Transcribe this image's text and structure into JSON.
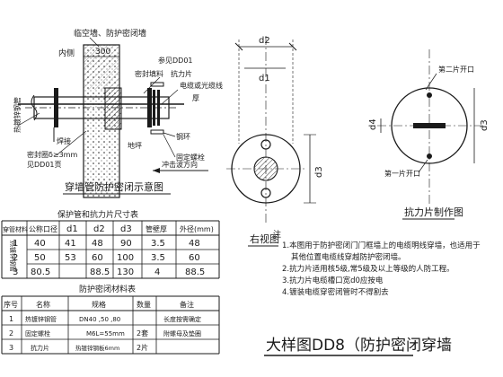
{
  "left_view": {
    "wall_label": "临空墙、防护密闭墙",
    "inside_label": "内侧",
    "dim_300": "300",
    "dd01_label": "参见DD01",
    "sealant_label": "密封填料",
    "plate_label": "抗力片",
    "cable_label": "电缆或光缆线",
    "thickness_label": "厚",
    "steel_tube_label": "热镀锌钢管",
    "seal_ring_label": "密封圈δ≥3mm",
    "dd01_ref": "见DD01页",
    "weld_label": "焊接",
    "ring_label": "钢环",
    "fix_bolt_label": "固定螺栓",
    "shock_label": "冲击波方向",
    "ground_label": "地坪",
    "caption": "穿墙管防护密闭示意图"
  },
  "right_view": {
    "d2": "d2",
    "d1": "d1",
    "d3": "d3",
    "caption": "右视图"
  },
  "plate_view": {
    "first_opening": "第一片开口",
    "second_opening": "第二片开口",
    "d3": "d3",
    "d4": "d4",
    "caption": "抗力片制作图"
  },
  "dim_table": {
    "title": "保护管和抗力片尺寸表",
    "headers": [
      "穿管材料",
      "公称口径",
      "d1",
      "d2",
      "d3",
      "管壁厚",
      "外径(mm)"
    ],
    "group_label": "热镀锌钢管",
    "rows": [
      [
        "1",
        "40",
        "41",
        "48",
        "90",
        "3.5",
        "48"
      ],
      [
        "2",
        "50",
        "53",
        "60",
        "100",
        "3.5",
        "60"
      ],
      [
        "3",
        "80.5",
        "88.5",
        "130",
        "4",
        "88.5"
      ]
    ]
  },
  "material_table": {
    "title": "防护密闭材料表",
    "headers": [
      "序号",
      "名称",
      "规格",
      "数量",
      "备注"
    ],
    "rows": [
      [
        "1",
        "热镀锌钢管",
        "DN40 ,50 ,80",
        "",
        "长度按需确定"
      ],
      [
        "2",
        "固定螺栓",
        "M6L=55mm",
        "2套",
        "附螺母及垫圈"
      ],
      [
        "3",
        "抗力片",
        "热镀锌钢板6mm",
        "2片",
        ""
      ]
    ]
  },
  "notes": {
    "title": "注",
    "lines": [
      "1.本图用于防护密闭门门框墙上的电缆明线穿墙，也适用于",
      "其他位置电缆线穿越防护密闭墙。",
      "2.抗力片适用核5级,常5级及以上等级的人防工程。",
      "3.抗力片电缆槽口宽d0应按电",
      "4.镀装电缆穿密闭管时不得割去"
    ]
  },
  "bottom_title": "大样图DD8（防护密闭穿墙"
}
